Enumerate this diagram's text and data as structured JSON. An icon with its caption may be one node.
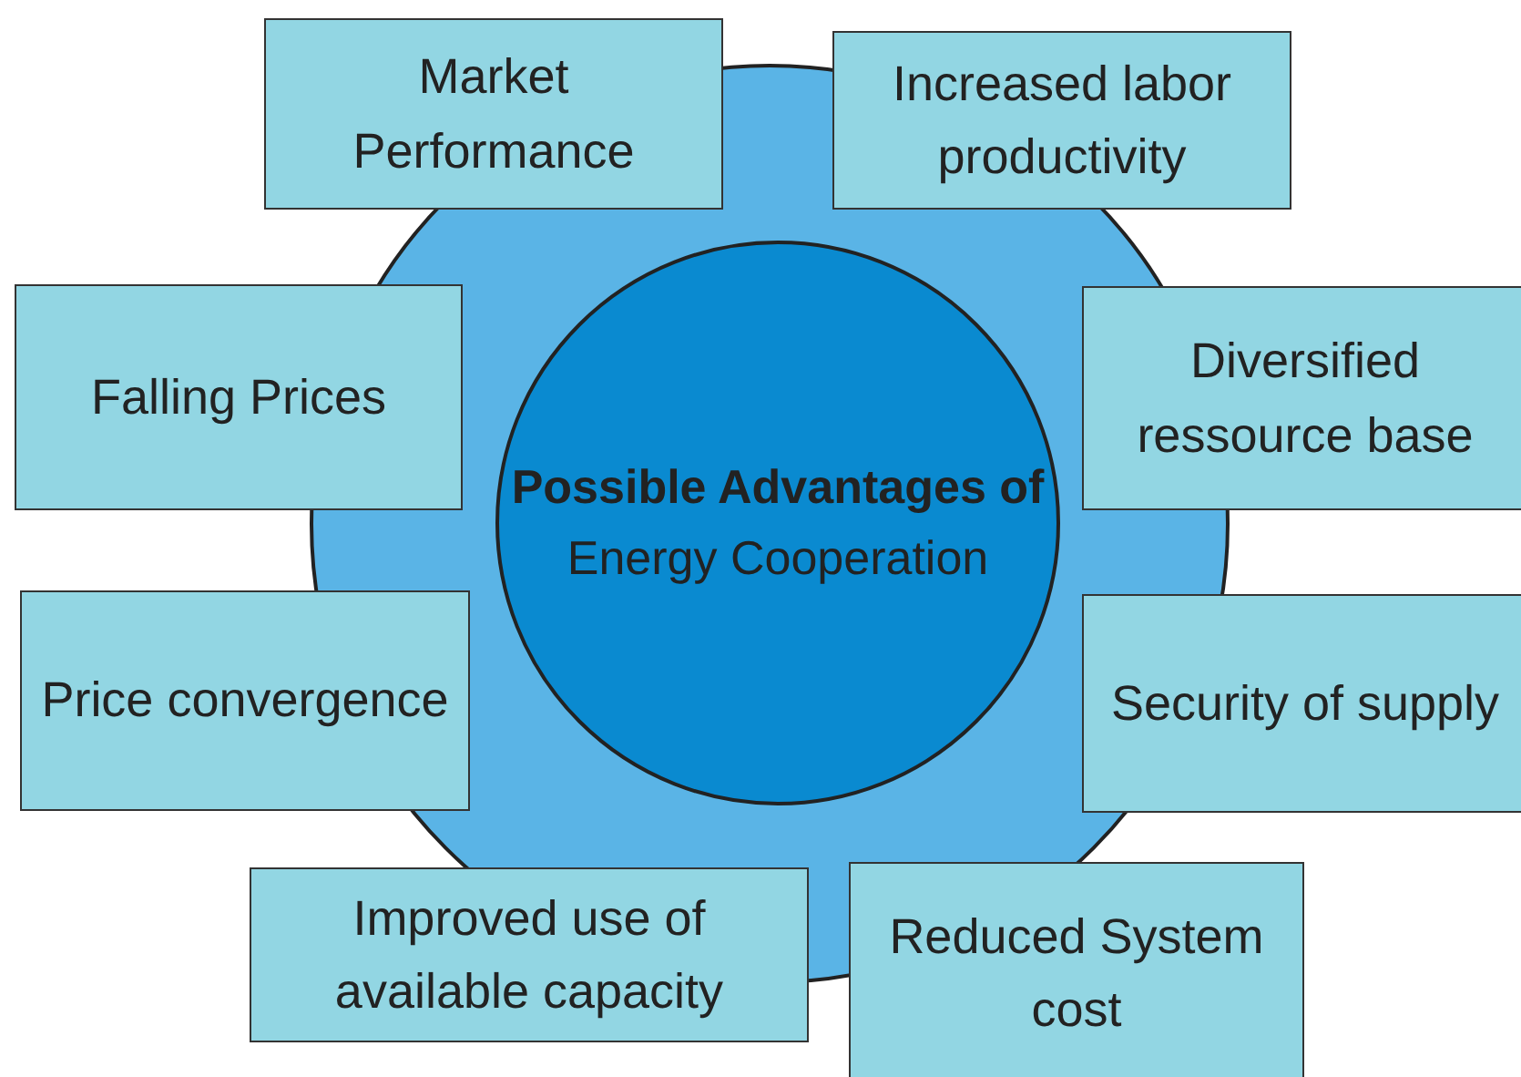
{
  "diagram": {
    "nodes": [
      {
        "text": [],
        "shape": "circle"
      },
      {
        "text": [
          "**Possible Advantages of** Energy Cooperation"
        ],
        "in": 0
      },
      {
        "text": [
          "Market Performance"
        ]
      },
      {
        "text": [
          "Increased labor productivity"
        ]
      },
      {
        "text": [
          "Falling Prices"
        ]
      },
      {
        "text": [
          "Diversified ressource base"
        ]
      },
      {
        "text": [
          "Price convergence"
        ]
      },
      {
        "text": [
          "Security of supply"
        ]
      },
      {
        "text": [
          "Improved use of available capacity"
        ]
      },
      {
        "text": [
          "Reduced System cost"
        ]
      }
    ]
  }
}
